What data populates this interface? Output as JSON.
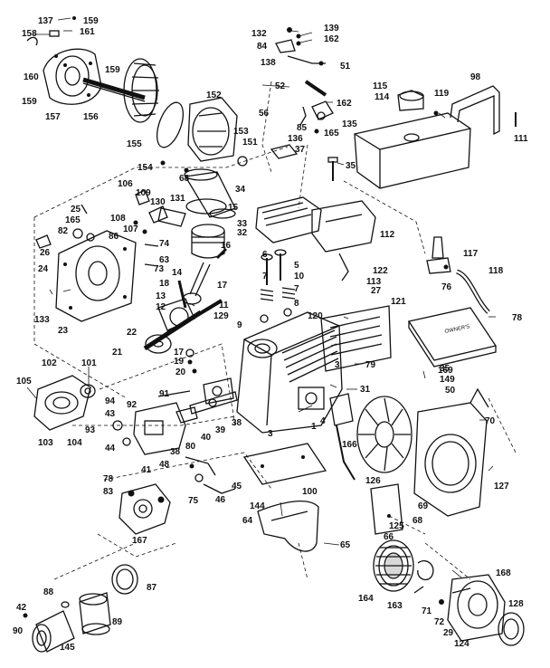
{
  "diagram": {
    "callouts": [
      "137",
      "159",
      "158",
      "161",
      "160",
      "159",
      "159",
      "157",
      "156",
      "152",
      "155",
      "153",
      "151",
      "154",
      "68",
      "132",
      "84",
      "139",
      "162",
      "138",
      "51",
      "52",
      "56",
      "162",
      "85",
      "135",
      "136",
      "165",
      "37",
      "115",
      "114",
      "98",
      "119",
      "111",
      "35",
      "106",
      "109",
      "130",
      "131",
      "25",
      "165",
      "108",
      "107",
      "82",
      "86",
      "74",
      "26",
      "63",
      "73",
      "24",
      "14",
      "15",
      "16",
      "34",
      "33",
      "32",
      "112",
      "117",
      "6",
      "5",
      "7",
      "10",
      "122",
      "113",
      "27",
      "118",
      "18",
      "17",
      "76",
      "8",
      "9",
      "7",
      "11",
      "120",
      "121",
      "78",
      "13",
      "12",
      "22",
      "21",
      "129",
      "17",
      "19",
      "20",
      "133",
      "23",
      "105",
      "102",
      "101",
      "103",
      "104",
      "91",
      "92",
      "94",
      "43",
      "93",
      "44",
      "41",
      "39",
      "38",
      "40",
      "80",
      "48",
      "75",
      "46",
      "45",
      "38",
      "3",
      "4",
      "79",
      "31",
      "35",
      "149",
      "50",
      "70",
      "169",
      "166",
      "1",
      "3",
      "100",
      "144",
      "64",
      "65",
      "126",
      "125",
      "66",
      "69",
      "68",
      "127",
      "78",
      "83",
      "167",
      "88",
      "89",
      "87",
      "42",
      "90",
      "145",
      "164",
      "163",
      "71",
      "72",
      "168",
      "128",
      "29",
      "124"
    ]
  }
}
